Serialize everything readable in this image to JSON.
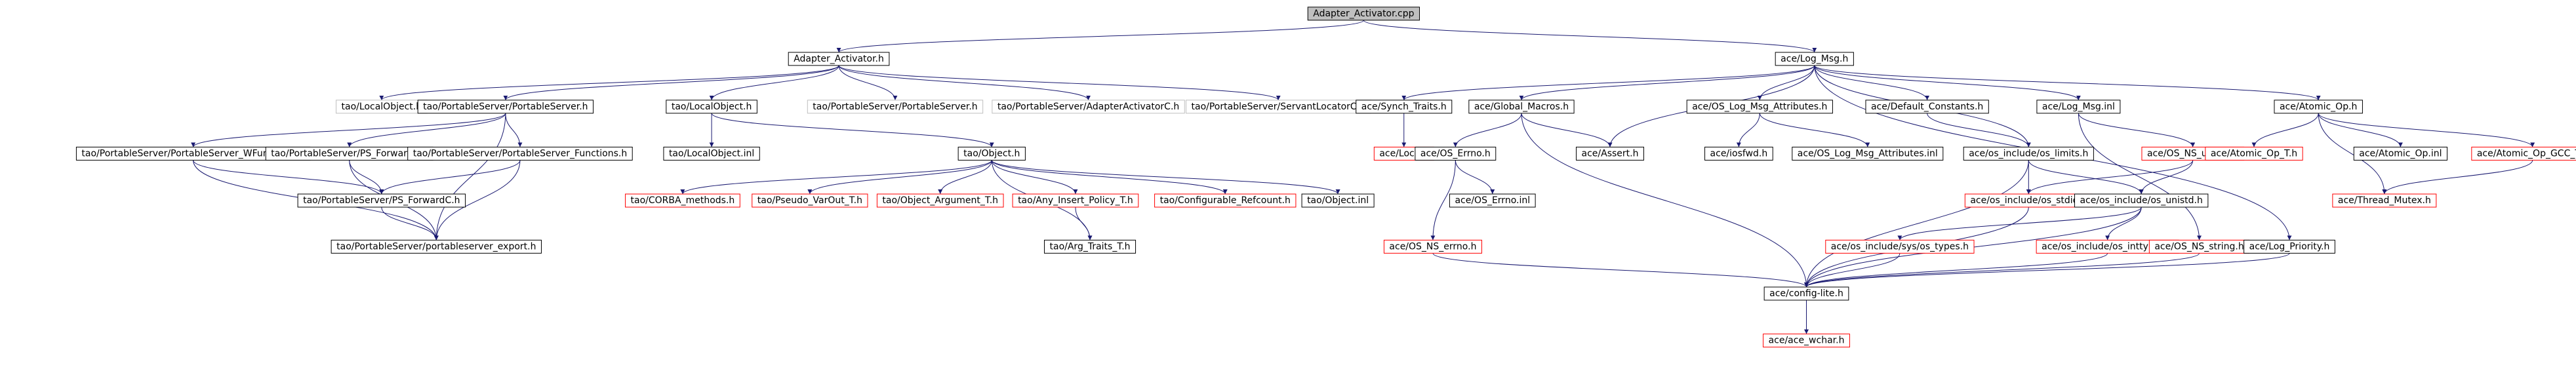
{
  "nodes": [
    {
      "id": "root",
      "label": "Adapter_Activator.cpp",
      "style": "root"
    },
    {
      "id": "aa_h",
      "label": "Adapter_Activator.h",
      "style": "black"
    },
    {
      "id": "log_msg",
      "label": "ace/Log_Msg.h",
      "style": "black"
    },
    {
      "id": "tao_localobject_h_a",
      "label": "tao/LocalObject.h",
      "style": "gray"
    },
    {
      "id": "ps_h",
      "label": "tao/PortableServer/PortableServer.h",
      "style": "black"
    },
    {
      "id": "tao_localobject_h",
      "label": "tao/LocalObject.h",
      "style": "black"
    },
    {
      "id": "ps_h_g",
      "label": "tao/PortableServer/PortableServer.h",
      "style": "gray"
    },
    {
      "id": "aac_h",
      "label": "tao/PortableServer/AdapterActivatorC.h",
      "style": "gray"
    },
    {
      "id": "slc_h",
      "label": "tao/PortableServer/ServantLocatorC.h",
      "style": "gray"
    },
    {
      "id": "wfunc_h",
      "label": "tao/PortableServer/PortableServer_WFunctions.h",
      "style": "black"
    },
    {
      "id": "psfwda_h",
      "label": "tao/PortableServer/PS_ForwardA.h",
      "style": "black"
    },
    {
      "id": "psfunc_h",
      "label": "tao/PortableServer/PortableServer_Functions.h",
      "style": "black"
    },
    {
      "id": "psfwdc_h",
      "label": "tao/PortableServer/PS_ForwardC.h",
      "style": "black"
    },
    {
      "id": "ps_export_h",
      "label": "tao/PortableServer/portableserver_export.h",
      "style": "black"
    },
    {
      "id": "localobject_inl",
      "label": "tao/LocalObject.inl",
      "style": "black"
    },
    {
      "id": "object_h",
      "label": "tao/Object.h",
      "style": "black"
    },
    {
      "id": "corba_methods",
      "label": "tao/CORBA_methods.h",
      "style": "red"
    },
    {
      "id": "pseudo_varout",
      "label": "tao/Pseudo_VarOut_T.h",
      "style": "red"
    },
    {
      "id": "object_argument",
      "label": "tao/Object_Argument_T.h",
      "style": "red"
    },
    {
      "id": "any_insert",
      "label": "tao/Any_Insert_Policy_T.h",
      "style": "red"
    },
    {
      "id": "configurable_refcount",
      "label": "tao/Configurable_Refcount.h",
      "style": "red"
    },
    {
      "id": "object_inl",
      "label": "tao/Object.inl",
      "style": "black"
    },
    {
      "id": "arg_traits",
      "label": "tao/Arg_Traits_T.h",
      "style": "black"
    },
    {
      "id": "synch_traits",
      "label": "ace/Synch_Traits.h",
      "style": "black"
    },
    {
      "id": "global_macros",
      "label": "ace/Global_Macros.h",
      "style": "black"
    },
    {
      "id": "os_log_msg_attr",
      "label": "ace/OS_Log_Msg_Attributes.h",
      "style": "black"
    },
    {
      "id": "default_constants",
      "label": "ace/Default_Constants.h",
      "style": "black"
    },
    {
      "id": "log_msg_inl",
      "label": "ace/Log_Msg.inl",
      "style": "black"
    },
    {
      "id": "atomic_op_h",
      "label": "ace/Atomic_Op.h",
      "style": "black"
    },
    {
      "id": "lock_h",
      "label": "ace/Lock.h",
      "style": "red"
    },
    {
      "id": "os_errno_h",
      "label": "ace/OS_Errno.h",
      "style": "black"
    },
    {
      "id": "assert_h",
      "label": "ace/Assert.h",
      "style": "black"
    },
    {
      "id": "iosfwd_h",
      "label": "ace/iosfwd.h",
      "style": "black"
    },
    {
      "id": "os_log_msg_attr_inl",
      "label": "ace/OS_Log_Msg_Attributes.inl",
      "style": "black"
    },
    {
      "id": "os_limits",
      "label": "ace/os_include/os_limits.h",
      "style": "black"
    },
    {
      "id": "os_ns_unistd_h",
      "label": "ace/OS_NS_unistd.h",
      "style": "red"
    },
    {
      "id": "atomic_op_t",
      "label": "ace/Atomic_Op_T.h",
      "style": "red"
    },
    {
      "id": "atomic_op_inl",
      "label": "ace/Atomic_Op.inl",
      "style": "black"
    },
    {
      "id": "atomic_op_gcc",
      "label": "ace/Atomic_Op_GCC_T.h",
      "style": "red"
    },
    {
      "id": "os_errno_inl",
      "label": "ace/OS_Errno.inl",
      "style": "black"
    },
    {
      "id": "os_stdio",
      "label": "ace/os_include/os_stdio.h",
      "style": "red"
    },
    {
      "id": "os_unistd",
      "label": "ace/os_include/os_unistd.h",
      "style": "black"
    },
    {
      "id": "thread_mutex",
      "label": "ace/Thread_Mutex.h",
      "style": "red"
    },
    {
      "id": "os_ns_errno",
      "label": "ace/OS_NS_errno.h",
      "style": "red"
    },
    {
      "id": "sys_types",
      "label": "ace/os_include/sys/os_types.h",
      "style": "red"
    },
    {
      "id": "os_inttypes",
      "label": "ace/os_include/os_inttypes.h",
      "style": "red"
    },
    {
      "id": "os_ns_string",
      "label": "ace/OS_NS_string.h",
      "style": "red"
    },
    {
      "id": "log_priority",
      "label": "ace/Log_Priority.h",
      "style": "black"
    },
    {
      "id": "config_lite",
      "label": "ace/config-lite.h",
      "style": "black"
    },
    {
      "id": "ace_wchar",
      "label": "ace/ace_wchar.h",
      "style": "red"
    }
  ],
  "edges": [
    [
      "root",
      "aa_h"
    ],
    [
      "root",
      "log_msg"
    ],
    [
      "aa_h",
      "tao_localobject_h_a"
    ],
    [
      "aa_h",
      "ps_h"
    ],
    [
      "aa_h",
      "tao_localobject_h"
    ],
    [
      "aa_h",
      "ps_h_g"
    ],
    [
      "aa_h",
      "aac_h"
    ],
    [
      "aa_h",
      "slc_h"
    ],
    [
      "ps_h",
      "wfunc_h"
    ],
    [
      "ps_h",
      "psfwda_h"
    ],
    [
      "ps_h",
      "psfunc_h"
    ],
    [
      "ps_h",
      "ps_export_h"
    ],
    [
      "wfunc_h",
      "psfwdc_h"
    ],
    [
      "wfunc_h",
      "ps_export_h"
    ],
    [
      "psfwda_h",
      "psfwdc_h"
    ],
    [
      "psfwda_h",
      "ps_export_h"
    ],
    [
      "psfunc_h",
      "psfwdc_h"
    ],
    [
      "psfunc_h",
      "ps_export_h"
    ],
    [
      "psfwdc_h",
      "ps_export_h"
    ],
    [
      "tao_localobject_h",
      "localobject_inl"
    ],
    [
      "tao_localobject_h",
      "object_h"
    ],
    [
      "object_h",
      "corba_methods"
    ],
    [
      "object_h",
      "pseudo_varout"
    ],
    [
      "object_h",
      "object_argument"
    ],
    [
      "object_h",
      "any_insert"
    ],
    [
      "object_h",
      "configurable_refcount"
    ],
    [
      "object_h",
      "object_inl"
    ],
    [
      "object_h",
      "arg_traits"
    ],
    [
      "any_insert",
      "arg_traits"
    ],
    [
      "log_msg",
      "synch_traits"
    ],
    [
      "log_msg",
      "global_macros"
    ],
    [
      "log_msg",
      "os_log_msg_attr"
    ],
    [
      "log_msg",
      "default_constants"
    ],
    [
      "log_msg",
      "log_msg_inl"
    ],
    [
      "log_msg",
      "atomic_op_h"
    ],
    [
      "log_msg",
      "assert_h"
    ],
    [
      "log_msg",
      "os_limits"
    ],
    [
      "log_msg",
      "log_priority"
    ],
    [
      "synch_traits",
      "lock_h"
    ],
    [
      "global_macros",
      "os_errno_h"
    ],
    [
      "global_macros",
      "assert_h"
    ],
    [
      "global_macros",
      "config_lite"
    ],
    [
      "os_errno_h",
      "os_errno_inl"
    ],
    [
      "os_errno_h",
      "os_ns_errno"
    ],
    [
      "os_log_msg_attr",
      "iosfwd_h"
    ],
    [
      "os_log_msg_attr",
      "os_log_msg_attr_inl"
    ],
    [
      "default_constants",
      "os_limits"
    ],
    [
      "log_msg_inl",
      "os_ns_unistd_h"
    ],
    [
      "log_msg_inl",
      "os_ns_string"
    ],
    [
      "os_limits",
      "os_stdio"
    ],
    [
      "os_limits",
      "os_unistd"
    ],
    [
      "os_limits",
      "config_lite"
    ],
    [
      "os_ns_unistd_h",
      "os_stdio"
    ],
    [
      "os_ns_unistd_h",
      "os_unistd"
    ],
    [
      "os_unistd",
      "sys_types"
    ],
    [
      "os_unistd",
      "os_inttypes"
    ],
    [
      "os_unistd",
      "config_lite"
    ],
    [
      "os_stdio",
      "config_lite"
    ],
    [
      "atomic_op_h",
      "atomic_op_t"
    ],
    [
      "atomic_op_h",
      "atomic_op_inl"
    ],
    [
      "atomic_op_h",
      "atomic_op_gcc"
    ],
    [
      "atomic_op_h",
      "thread_mutex"
    ],
    [
      "atomic_op_gcc",
      "thread_mutex"
    ],
    [
      "os_ns_errno",
      "config_lite"
    ],
    [
      "sys_types",
      "config_lite"
    ],
    [
      "os_inttypes",
      "config_lite"
    ],
    [
      "os_ns_string",
      "config_lite"
    ],
    [
      "log_priority",
      "config_lite"
    ],
    [
      "config_lite",
      "ace_wchar"
    ]
  ],
  "colors": {
    "edge": "#191970",
    "black_border": "#000000",
    "red_border": "#ff0000",
    "gray_border": "#bfbfbf",
    "root_fill": "#bfbfbf",
    "text": "#000000"
  }
}
